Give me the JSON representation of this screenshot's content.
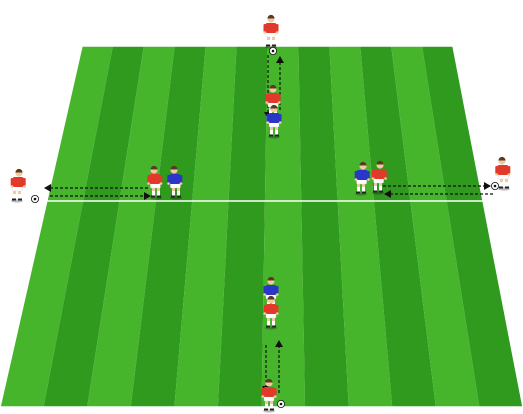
{
  "diagram": {
    "type": "soccer-drill",
    "background_color": "#ffffff",
    "pitch": {
      "stripe_light": "#46b52c",
      "stripe_dark": "#2f9a1d",
      "line_color": "#ffffff",
      "stripes": 12
    },
    "kit_colors": {
      "red_shirt": "#e23a2a",
      "blue_shirt": "#2a36c8",
      "shorts": "#ffffff",
      "socks": "#ffffff",
      "skin": "#f2c9a0",
      "hair": "#5a3a1e"
    },
    "ball_color": "#ffffff",
    "arrow_color": "#111111",
    "groups": [
      {
        "name": "top",
        "server": "red",
        "pair": [
          "red",
          "blue"
        ],
        "direction": "down"
      },
      {
        "name": "bottom",
        "server": "red",
        "pair": [
          "blue",
          "red"
        ],
        "direction": "up"
      },
      {
        "name": "left",
        "server": "red",
        "pair": [
          "red",
          "blue"
        ],
        "direction": "right"
      },
      {
        "name": "right",
        "server": "red",
        "pair": [
          "blue",
          "red"
        ],
        "direction": "left"
      }
    ]
  }
}
